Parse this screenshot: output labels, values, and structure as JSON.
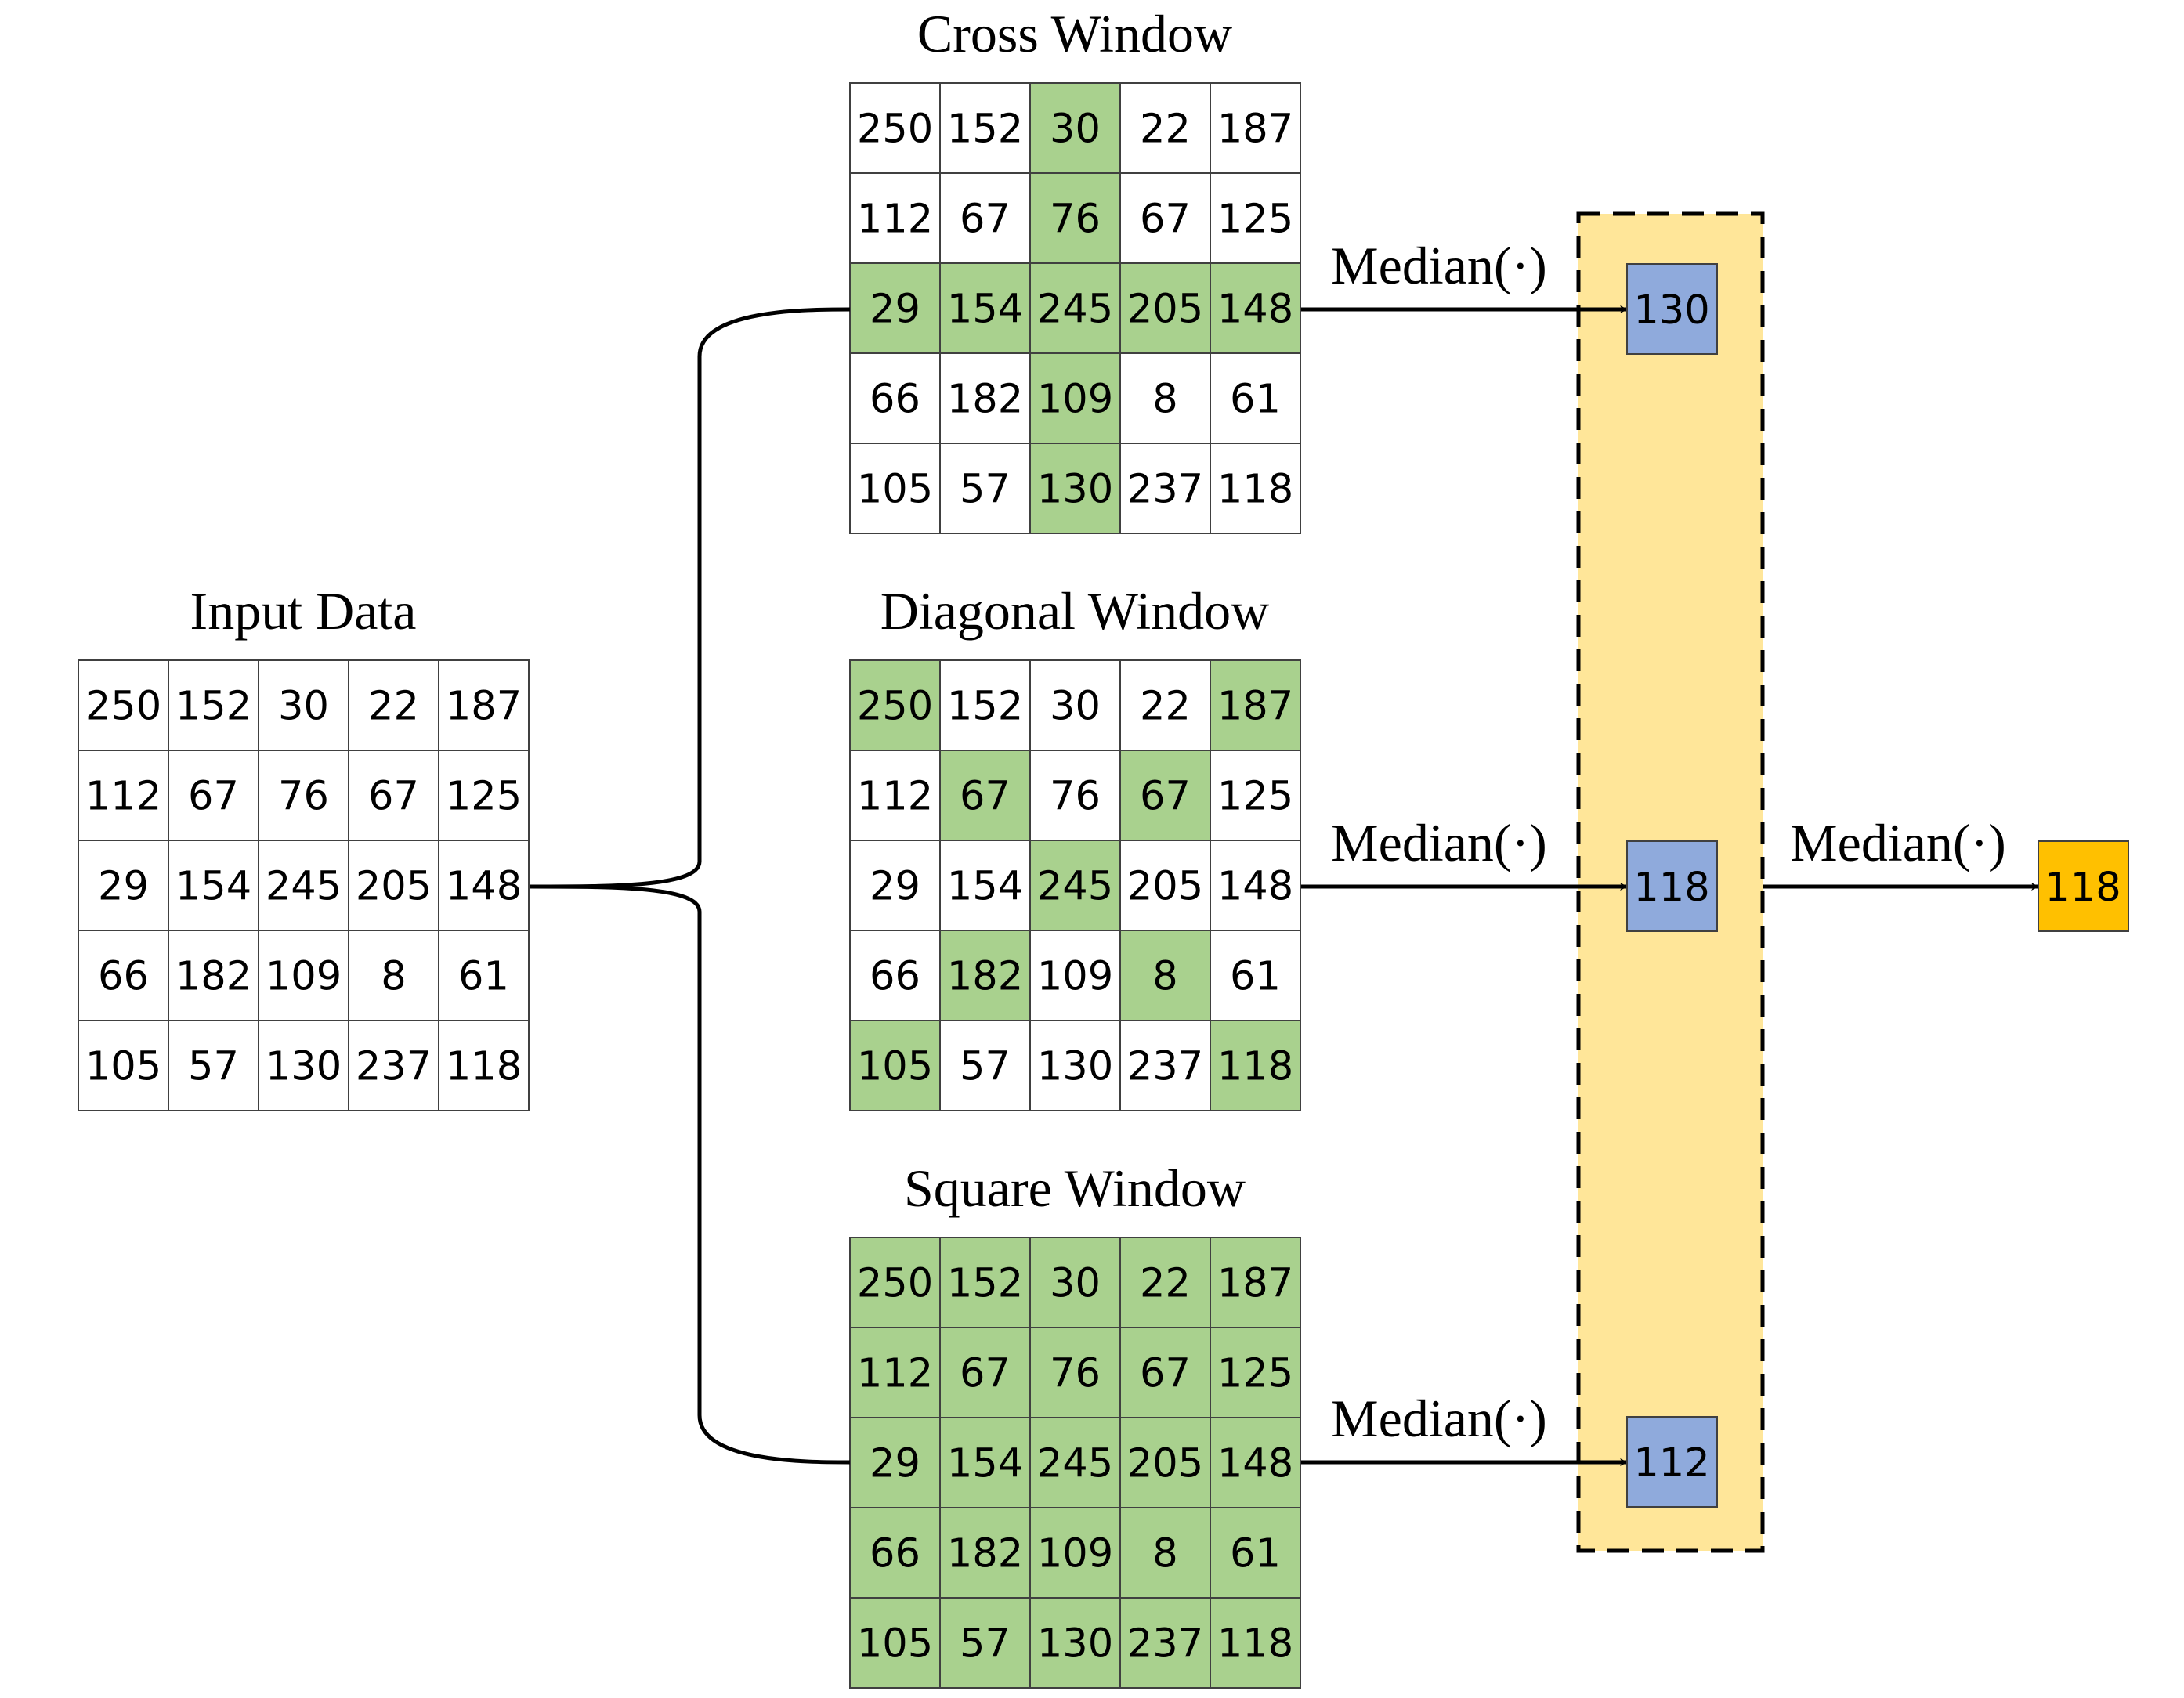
{
  "colors": {
    "highlight": "#a9d18e",
    "cell_bg": "#ffffff",
    "result_box": "#8faadc",
    "final_box": "#ffc000",
    "panel_bg": "#ffe699",
    "stroke": "#000000"
  },
  "input": {
    "title": "Input Data",
    "matrix": [
      [
        "250",
        "152",
        "30",
        "22",
        "187"
      ],
      [
        "112",
        "67",
        "76",
        "67",
        "125"
      ],
      [
        "29",
        "154",
        "245",
        "205",
        "148"
      ],
      [
        "66",
        "182",
        "109",
        "8",
        "61"
      ],
      [
        "105",
        "57",
        "130",
        "237",
        "118"
      ]
    ]
  },
  "windows": [
    {
      "id": "cross",
      "title": "Cross Window",
      "operation_label": "Median(·)",
      "result": "130",
      "mask": [
        [
          0,
          0,
          1,
          0,
          0
        ],
        [
          0,
          0,
          1,
          0,
          0
        ],
        [
          1,
          1,
          1,
          1,
          1
        ],
        [
          0,
          0,
          1,
          0,
          0
        ],
        [
          0,
          0,
          1,
          0,
          0
        ]
      ]
    },
    {
      "id": "diagonal",
      "title": "Diagonal Window",
      "operation_label": "Median(·)",
      "result": "118",
      "mask": [
        [
          1,
          0,
          0,
          0,
          1
        ],
        [
          0,
          1,
          0,
          1,
          0
        ],
        [
          0,
          0,
          1,
          0,
          0
        ],
        [
          0,
          1,
          0,
          1,
          0
        ],
        [
          1,
          0,
          0,
          0,
          1
        ]
      ]
    },
    {
      "id": "square",
      "title": "Square Window",
      "operation_label": "Median(·)",
      "result": "112",
      "mask": [
        [
          1,
          1,
          1,
          1,
          1
        ],
        [
          1,
          1,
          1,
          1,
          1
        ],
        [
          1,
          1,
          1,
          1,
          1
        ],
        [
          1,
          1,
          1,
          1,
          1
        ],
        [
          1,
          1,
          1,
          1,
          1
        ]
      ]
    }
  ],
  "final": {
    "operation_label": "Median(·)",
    "result": "118"
  }
}
